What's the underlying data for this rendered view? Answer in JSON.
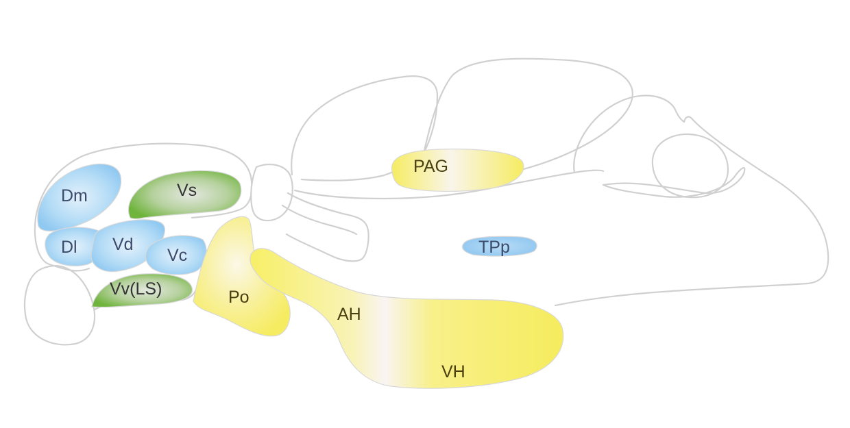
{
  "colors": {
    "outline": "#d0d0d0",
    "blue_region": "#9fd0f3",
    "green_region": "#7dbf4b",
    "yellow_region": "#f7f06a"
  },
  "regions": {
    "dm": {
      "label": "Dm",
      "color_group": "blue"
    },
    "dl": {
      "label": "Dl",
      "color_group": "blue"
    },
    "vd": {
      "label": "Vd",
      "color_group": "blue"
    },
    "vc": {
      "label": "Vc",
      "color_group": "blue"
    },
    "vs": {
      "label": "Vs",
      "color_group": "green"
    },
    "vv": {
      "label": "Vv(LS)",
      "color_group": "green"
    },
    "po": {
      "label": "Po",
      "color_group": "yellow"
    },
    "ah": {
      "label": "AH",
      "color_group": "yellow"
    },
    "vh": {
      "label": "VH",
      "color_group": "yellow"
    },
    "pag": {
      "label": "PAG",
      "color_group": "yellow"
    },
    "tpp": {
      "label": "TPp",
      "color_group": "blue"
    }
  }
}
